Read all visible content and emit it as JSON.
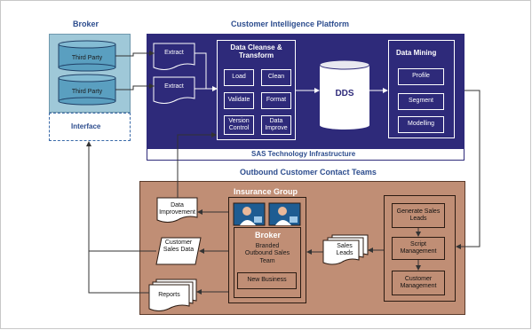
{
  "broker": {
    "title": "Broker",
    "db1": "Third Party",
    "db2": "Third Party",
    "interface": "Interface"
  },
  "cip": {
    "title": "Customer Intelligence Platform",
    "extract1": "Extract",
    "extract2": "Extract",
    "cleanse_title": "Data Cleanse & Transform",
    "load": "Load",
    "clean": "Clean",
    "validate": "Validate",
    "format": "Format",
    "version_control": "Version Control",
    "data_improve": "Data Improve",
    "dds": "DDS",
    "mining_title": "Data Mining",
    "profile": "Profile",
    "segment": "Segment",
    "modelling": "Modelling",
    "sas": "SAS Technology Infrastructure"
  },
  "outbound": {
    "title": "Outbound Customer Contact Teams",
    "insurance_group": "Insurance Group",
    "data_improvement": "Data Improvement",
    "customer_sales_data": "Customer Sales Data",
    "reports": "Reports",
    "broker_title": "Broker",
    "branded_team": "Branded Outbound Sales Team",
    "new_business": "New Business",
    "sales_leads": "Sales Leads",
    "generate_sales_leads": "Generate Sales Leads",
    "script_management": "Script Management",
    "customer_management": "Customer Management"
  },
  "colors": {
    "navy": "#2e2a7a",
    "brown": "#c08e75",
    "broker_blue": "#9fc8d8",
    "header_blue": "#2d4d8e"
  }
}
